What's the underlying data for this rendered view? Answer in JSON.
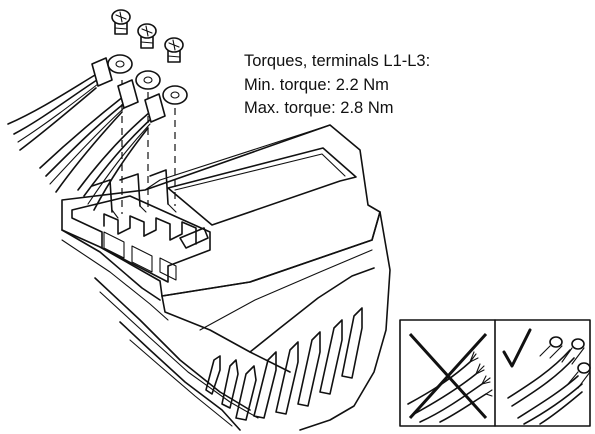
{
  "caption": {
    "heading": "Torques, terminals L1-L3:",
    "min_torque": "Min. torque: 2.2 Nm",
    "max_torque": "Max. torque: 2.8 Nm"
  },
  "illustrations": {
    "main": "drive-unit-terminal-block",
    "inset_wrong": "loose-stranded-wire-ends",
    "inset_right": "ring-lug-terminated-wires"
  },
  "ink_color": "#111111",
  "background_color": "#ffffff"
}
